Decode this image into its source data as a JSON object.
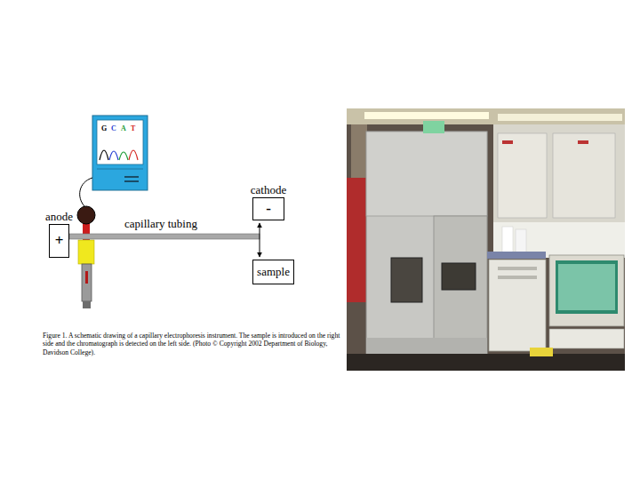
{
  "diagram": {
    "caption": "Figure 1. A schematic drawing of a capillary electrophoresis instrument. The sample is introduced on the right side and the chromatograph is detected on the left side. (Photo © Copyright 2002 Department of Biology, Davidson College).",
    "nodes": [
      {
        "text": [
          "anode",
          "+"
        ]
      },
      {
        "text": [
          "cathode",
          "-"
        ]
      },
      {
        "text": [
          "sample"
        ]
      }
    ],
    "edges": [
      {
        "from": 1,
        "to": 2,
        "arrow": "both"
      }
    ],
    "labels": [
      "capillary tubing",
      "G",
      "C",
      "A",
      "T"
    ]
  }
}
